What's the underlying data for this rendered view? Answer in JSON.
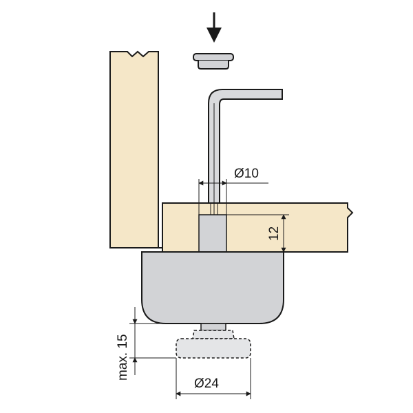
{
  "labels": {
    "hole_diameter": "Ø10",
    "depth": "12",
    "max_adjust": "max. 15",
    "glide_diameter": "Ø24"
  },
  "colors": {
    "wood": "#f5e7c8",
    "metal": "#d2d3d6",
    "rod": "#d9dadd",
    "line": "#1a1a1a"
  },
  "icons": {
    "press_arrow": "arrow-down-icon",
    "hex_key": "allen-key-icon",
    "cover_cap": "cap-icon"
  }
}
